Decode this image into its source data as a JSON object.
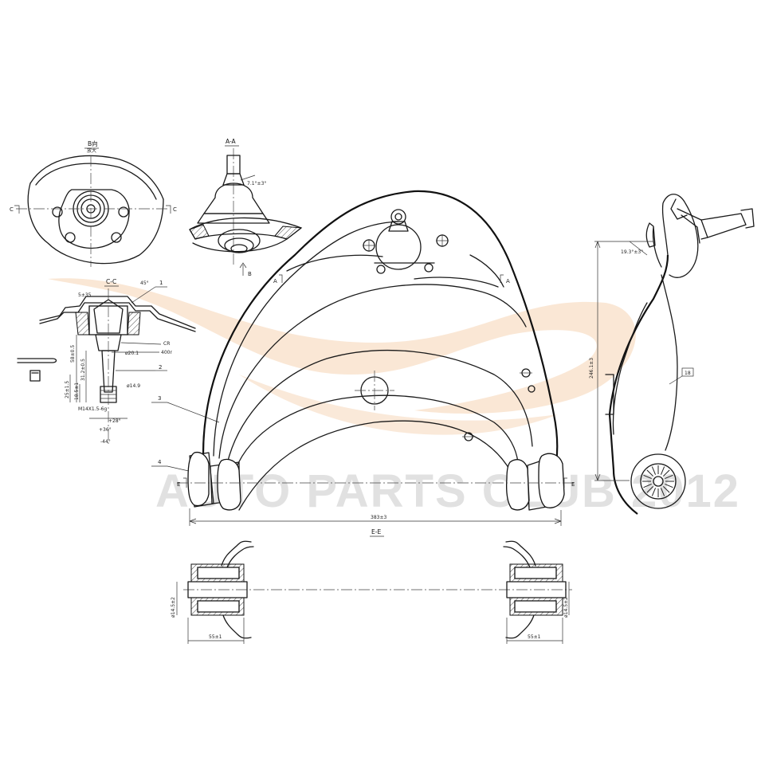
{
  "watermark": {
    "text": "AUTO PARTS CLUB 2012",
    "color": "#c8c8c8",
    "swoosh_color": "#f4c9a0"
  },
  "views": {
    "view_b": {
      "title": "B向",
      "subtitle": "放大",
      "section_marks": [
        "C",
        "C"
      ]
    },
    "view_aa": {
      "title": "A-A",
      "angle": "7.1°±3°",
      "arrow": "B"
    },
    "view_cc": {
      "title": "C-C",
      "labels": [
        "5±35",
        "45°",
        "CR",
        "400r",
        "ø20.1",
        "ø14.9"
      ],
      "dims": [
        "58±0.5",
        "31.2±0.5",
        "25±1.5",
        "18.5±1",
        "M14X1.5-6g"
      ],
      "bottom_dims": [
        "+28°",
        "+36°",
        "-44°"
      ]
    },
    "main_view": {
      "section_marks": [
        "A",
        "A",
        "E",
        "E"
      ],
      "overall_width": "383±3"
    },
    "side_view": {
      "angle": "19.3°±3°",
      "height": "246.1±3",
      "tag": "18"
    },
    "section_ee": {
      "title": "E-E",
      "left_width": "55±1",
      "right_width": "55±1",
      "left_dia": "ø14.5±2",
      "right_dia": "ø14.5±2"
    }
  },
  "callouts": [
    "1",
    "2",
    "3",
    "4"
  ]
}
